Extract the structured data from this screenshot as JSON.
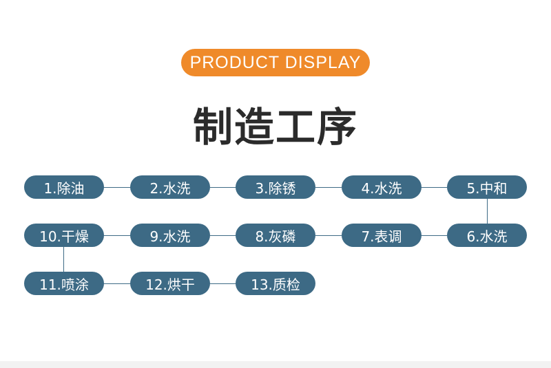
{
  "header": {
    "badge_text": "PRODUCT DISPLAY",
    "title": "制造工序"
  },
  "steps": [
    "1.除油",
    "2.水洗",
    "3.除锈",
    "4.水洗",
    "5.中和",
    "6.水洗",
    "7.表调",
    "8.灰磷",
    "9.水洗",
    "10.干燥",
    "11.喷涂",
    "12.烘干",
    "13.质检"
  ],
  "colors": {
    "accent": "#ef8a2a",
    "step_fill": "#3d6a85",
    "title_text": "#2b2b2b"
  }
}
